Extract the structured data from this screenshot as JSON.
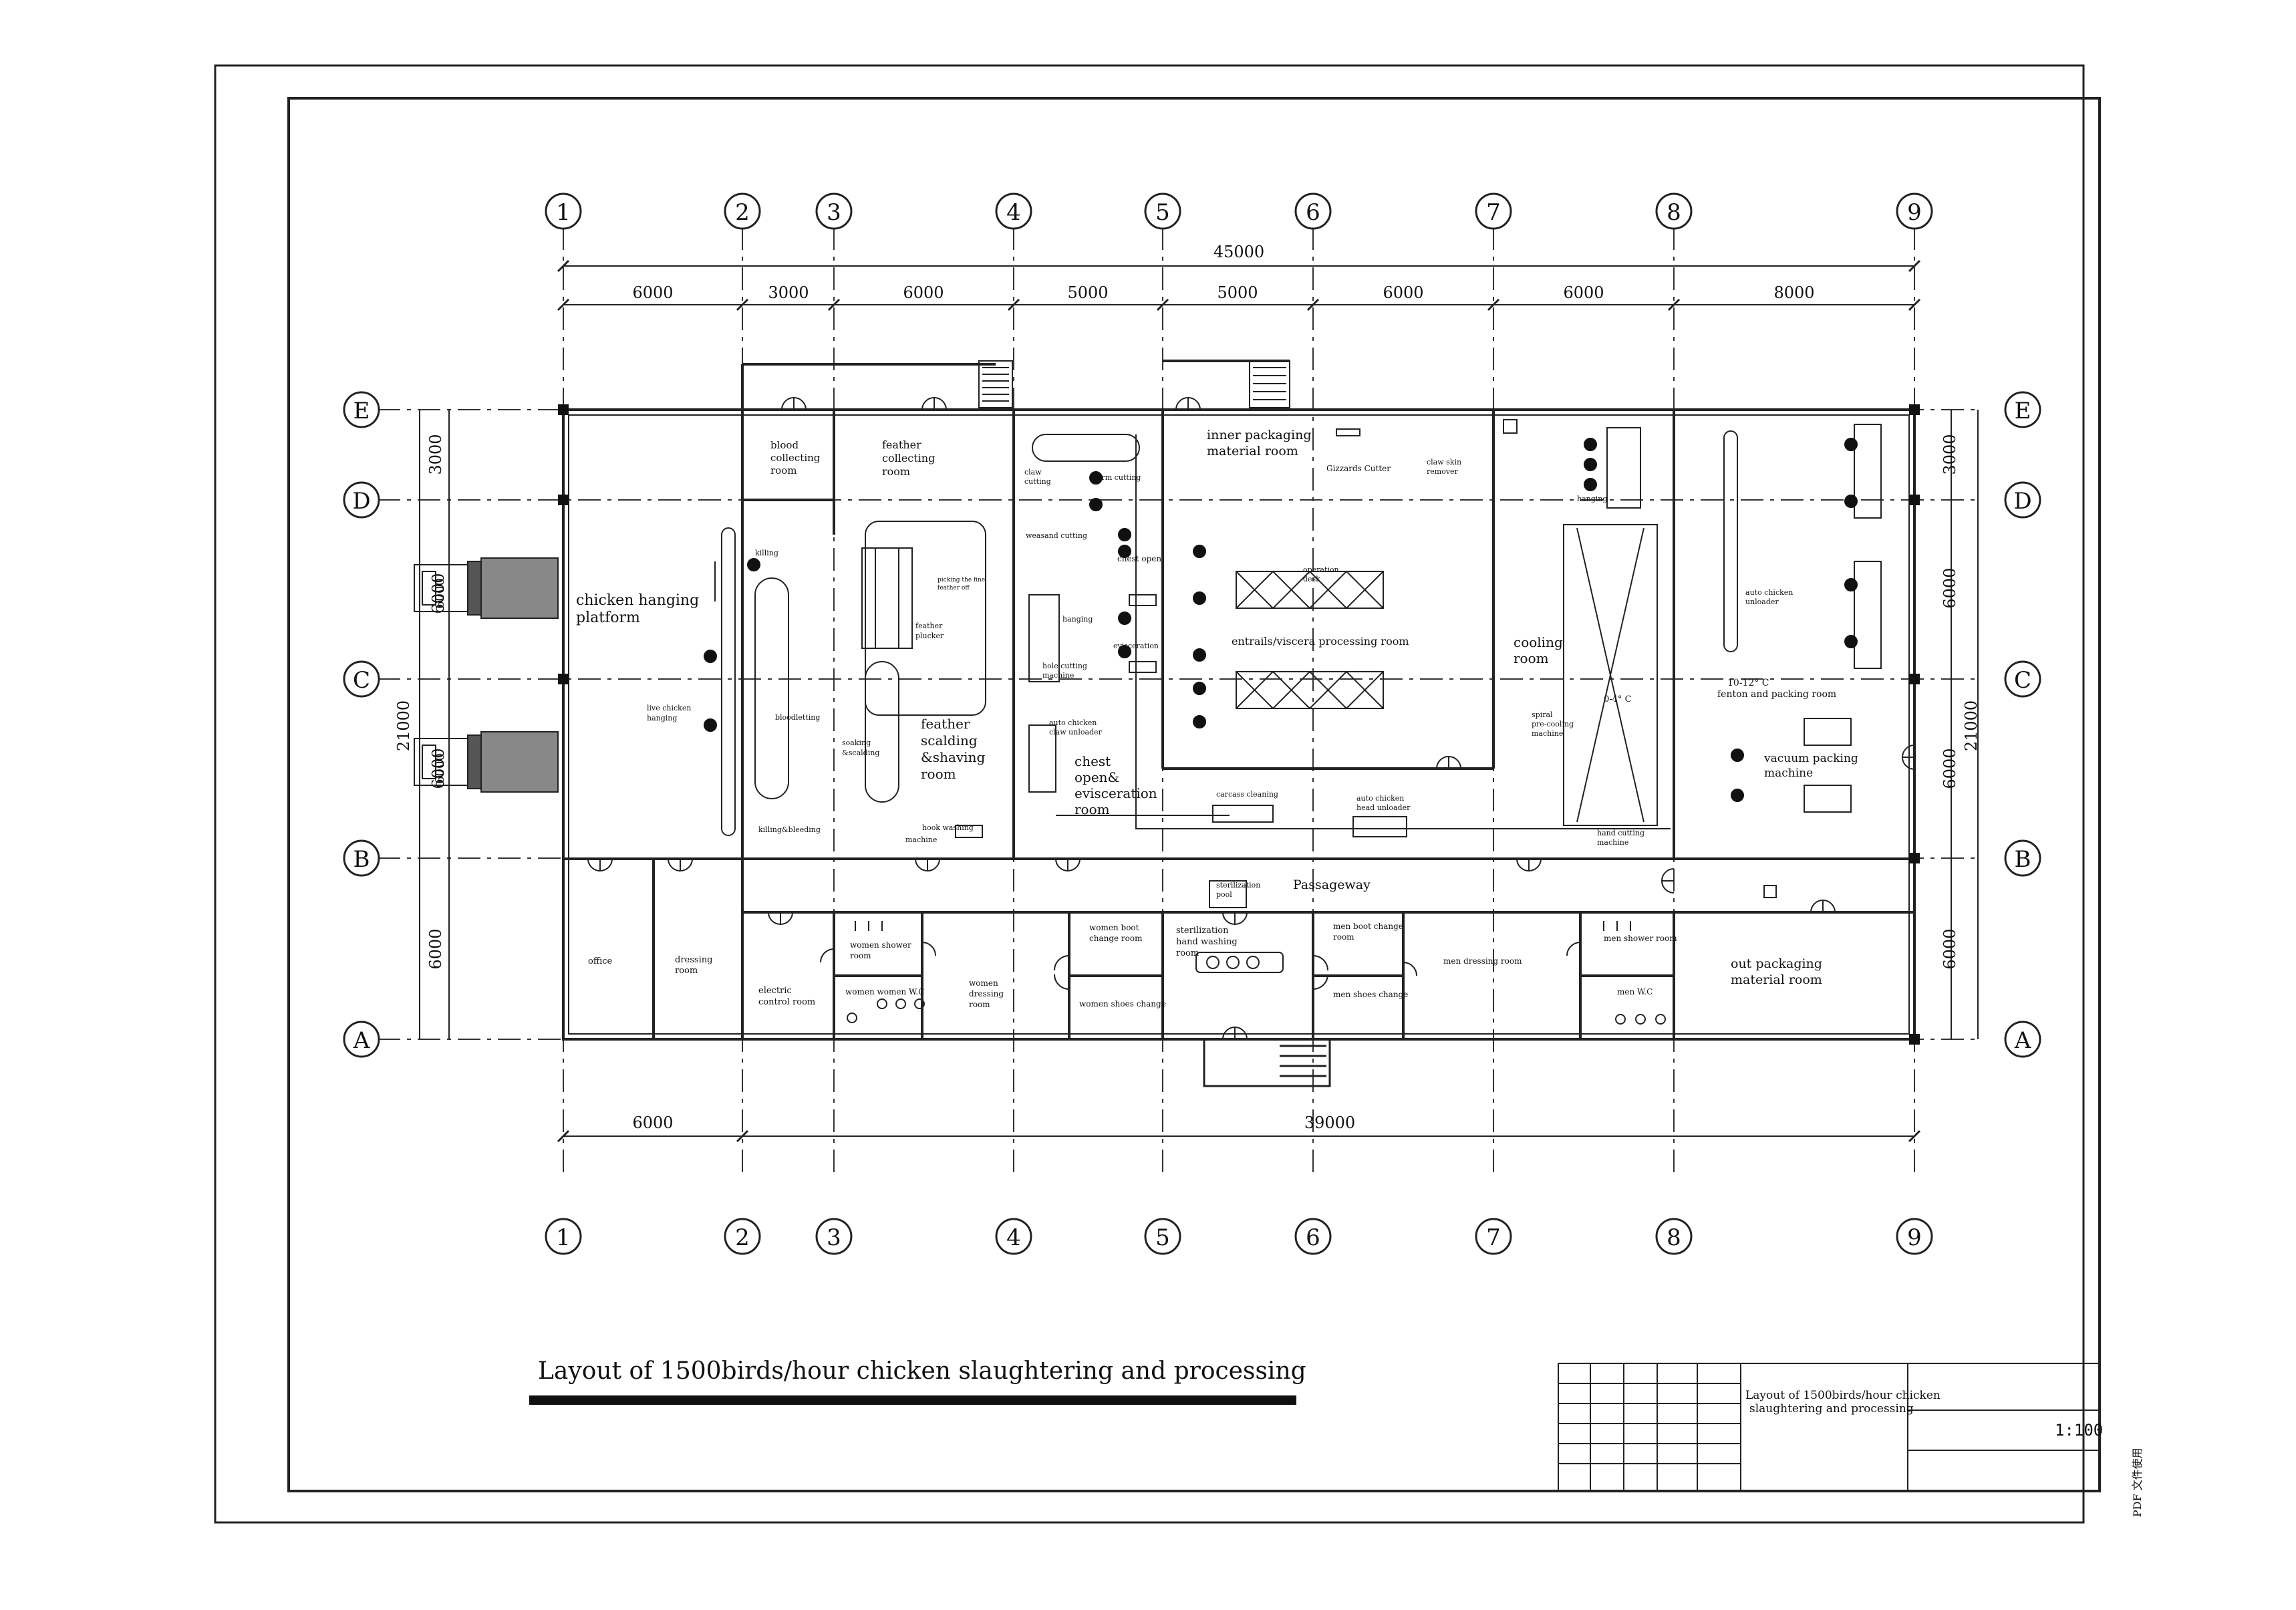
{
  "drawing": {
    "title": "Layout of 1500birds/hour chicken slaughtering and processing",
    "title_block": {
      "name_line1": "Layout of 1500birds/hour chicken",
      "name_line2": "slaughtering and processing",
      "scale": "1:100",
      "side_note": "PDF 文件使用"
    }
  },
  "grid": {
    "columns": [
      "1",
      "2",
      "3",
      "4",
      "5",
      "6",
      "7",
      "8",
      "9"
    ],
    "rows": [
      "E",
      "D",
      "C",
      "B",
      "A"
    ]
  },
  "dimensions": {
    "top_total": "45000",
    "top_spans": [
      "6000",
      "3000",
      "6000",
      "5000",
      "5000",
      "6000",
      "6000",
      "8000"
    ],
    "bottom_spans": [
      "6000",
      "39000"
    ],
    "left_total": "21000",
    "left_spans": [
      "3000",
      "6000"
    ],
    "right_total": "21000",
    "right_spans": [
      "3000",
      "6000",
      "6000",
      "6000"
    ],
    "platform_spans": [
      "6000",
      "6000"
    ]
  },
  "rooms": {
    "chicken_hanging": [
      "chicken hanging",
      "platform"
    ],
    "blood_collecting": [
      "blood",
      "collecting",
      "room"
    ],
    "feather_collecting": [
      "feather",
      "collecting",
      "room"
    ],
    "inner_packaging": [
      "inner packaging",
      "material room"
    ],
    "feather_scalding": [
      "feather",
      "scalding",
      "&shaving",
      "room"
    ],
    "chest_open": [
      "chest",
      "open&",
      "evisceration",
      "room"
    ],
    "entrails_room": "entrails/viscera processing room",
    "cooling": [
      "cooling",
      "room"
    ],
    "fenton_packing": [
      "10-12° C",
      "fenton and packing room"
    ],
    "vacuum_packing": [
      "vacuum packing",
      "machine"
    ],
    "passageway": "Passageway",
    "office": "office",
    "dressing": [
      "dressing",
      "room"
    ],
    "electric_control": [
      "electric",
      "control room"
    ],
    "women_shower": [
      "women shower",
      "room"
    ],
    "women_wc": "women women W.C",
    "women_dressing": [
      "women",
      "dressing",
      "room"
    ],
    "women_boot": [
      "women boot",
      "change room"
    ],
    "women_shoes": "women shoes change",
    "sterilization_hand": [
      "sterilization",
      "hand washing",
      "room"
    ],
    "men_boot": [
      "men boot change",
      "room"
    ],
    "men_shoes": "men shoes change",
    "men_dressing": "men dressing room",
    "men_shower": "men shower room",
    "men_wc": "men W.C",
    "out_packaging": [
      "out packaging",
      "material room"
    ]
  },
  "equipment": {
    "killing": "killing",
    "live_hanging": [
      "live chicken",
      "hanging"
    ],
    "blood_letting": "bloodletting",
    "killing_bleeding": "killing&bleeding",
    "soaking_scalding": [
      "soaking",
      "&scalding"
    ],
    "picking_fine": [
      "picking the fine",
      "feather off"
    ],
    "feather_plucker": [
      "feather",
      "plucker"
    ],
    "hook_washing": [
      "hook washing",
      "machine"
    ],
    "claw_cutting": [
      "claw",
      "cutting"
    ],
    "arm_cutting": "arm cutting",
    "weasand_cutting": "weasand cutting",
    "hanging": "hanging",
    "hole_cutting": [
      "hole cutting",
      "machine"
    ],
    "auto_claw_unloader": [
      "auto chicken",
      "claw unloader"
    ],
    "chest_open_eq": "chest open",
    "evisceration": "evisceration",
    "gizzards_cutter": "Gizzards Cutter",
    "claw_skin_remover": [
      "claw skin",
      "remover"
    ],
    "carcass_cleaning": "carcass cleaning",
    "auto_head_unloader": [
      "auto chicken",
      "head unloader"
    ],
    "sterilization_pool": [
      "sterilization",
      "pool"
    ],
    "spiral_precooling": [
      "spiral",
      "pre-cooling",
      "machine"
    ],
    "hand_cutting": [
      "hand cutting",
      "machine"
    ],
    "auto_chicken_unloader": [
      "auto chicken",
      "unloader"
    ],
    "hanging_right": "hanging",
    "cooling_temp": "0-4° C",
    "worktable": [
      "operation",
      "desk"
    ]
  },
  "icons": [
    "door-swing-icon",
    "stair-icon",
    "sink-icon",
    "toilet-icon",
    "shower-icon",
    "column-icon",
    "hanger-station-icon",
    "scale-icon"
  ]
}
